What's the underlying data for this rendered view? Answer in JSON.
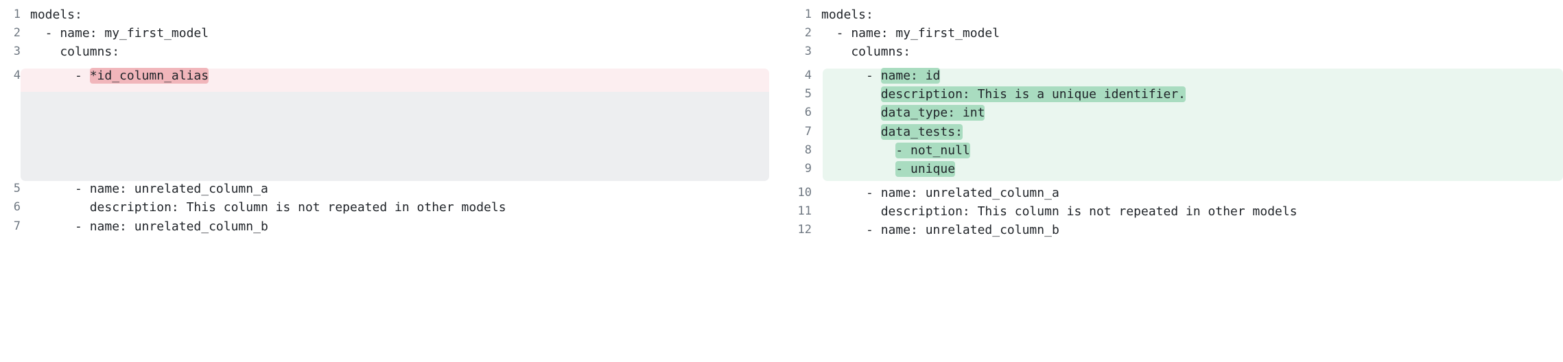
{
  "view": {
    "type": "side-by-side-diff",
    "language": "yaml",
    "colors": {
      "deleted_row_bg": "#fceef0",
      "deleted_token_bg": "#f1b6bb",
      "added_row_bg": "#eaf6ef",
      "added_token_bg": "#a9dcc0",
      "filler_bg": "#edeef0",
      "page_bg": "#ffffff",
      "text": "#1f2328",
      "line_number": "#6e7781"
    }
  },
  "left_pane": {
    "name": "before",
    "lines": [
      {
        "number": "1",
        "prefix": "models:",
        "token": "",
        "suffix": "",
        "state": "context"
      },
      {
        "number": "2",
        "prefix": "  - name: my_first_model",
        "token": "",
        "suffix": "",
        "state": "context"
      },
      {
        "number": "3",
        "prefix": "    columns:",
        "token": "",
        "suffix": "",
        "state": "context"
      },
      {
        "number": "4",
        "prefix": "      - ",
        "token": "*id_column_alias",
        "suffix": "",
        "state": "deleted"
      },
      {
        "number": "5",
        "prefix": "      - name: unrelated_column_a",
        "token": "",
        "suffix": "",
        "state": "context"
      },
      {
        "number": "6",
        "prefix": "        description: This column is not repeated in other models",
        "token": "",
        "suffix": "",
        "state": "context"
      },
      {
        "number": "7",
        "prefix": "      - name: unrelated_column_b",
        "token": "",
        "suffix": "",
        "state": "context"
      }
    ]
  },
  "right_pane": {
    "name": "after",
    "lines": [
      {
        "number": "1",
        "prefix": "models:",
        "token": "",
        "suffix": "",
        "state": "context"
      },
      {
        "number": "2",
        "prefix": "  - name: my_first_model",
        "token": "",
        "suffix": "",
        "state": "context"
      },
      {
        "number": "3",
        "prefix": "    columns:",
        "token": "",
        "suffix": "",
        "state": "context"
      },
      {
        "number": "4",
        "prefix": "      - ",
        "token": "name: id",
        "suffix": "",
        "state": "added"
      },
      {
        "number": "5",
        "prefix": "        ",
        "token": "description: This is a unique identifier.",
        "suffix": "",
        "state": "added"
      },
      {
        "number": "6",
        "prefix": "        ",
        "token": "data_type: int",
        "suffix": "",
        "state": "added"
      },
      {
        "number": "7",
        "prefix": "        ",
        "token": "data_tests:",
        "suffix": "",
        "state": "added"
      },
      {
        "number": "8",
        "prefix": "          ",
        "token": "- not_null",
        "suffix": "",
        "state": "added"
      },
      {
        "number": "9",
        "prefix": "          ",
        "token": "- unique",
        "suffix": "",
        "state": "added"
      },
      {
        "number": "10",
        "prefix": "      - name: unrelated_column_a",
        "token": "",
        "suffix": "",
        "state": "context"
      },
      {
        "number": "11",
        "prefix": "        description: This column is not repeated in other models",
        "token": "",
        "suffix": "",
        "state": "context"
      },
      {
        "number": "12",
        "prefix": "      - name: unrelated_column_b",
        "token": "",
        "suffix": "",
        "state": "context"
      }
    ]
  }
}
